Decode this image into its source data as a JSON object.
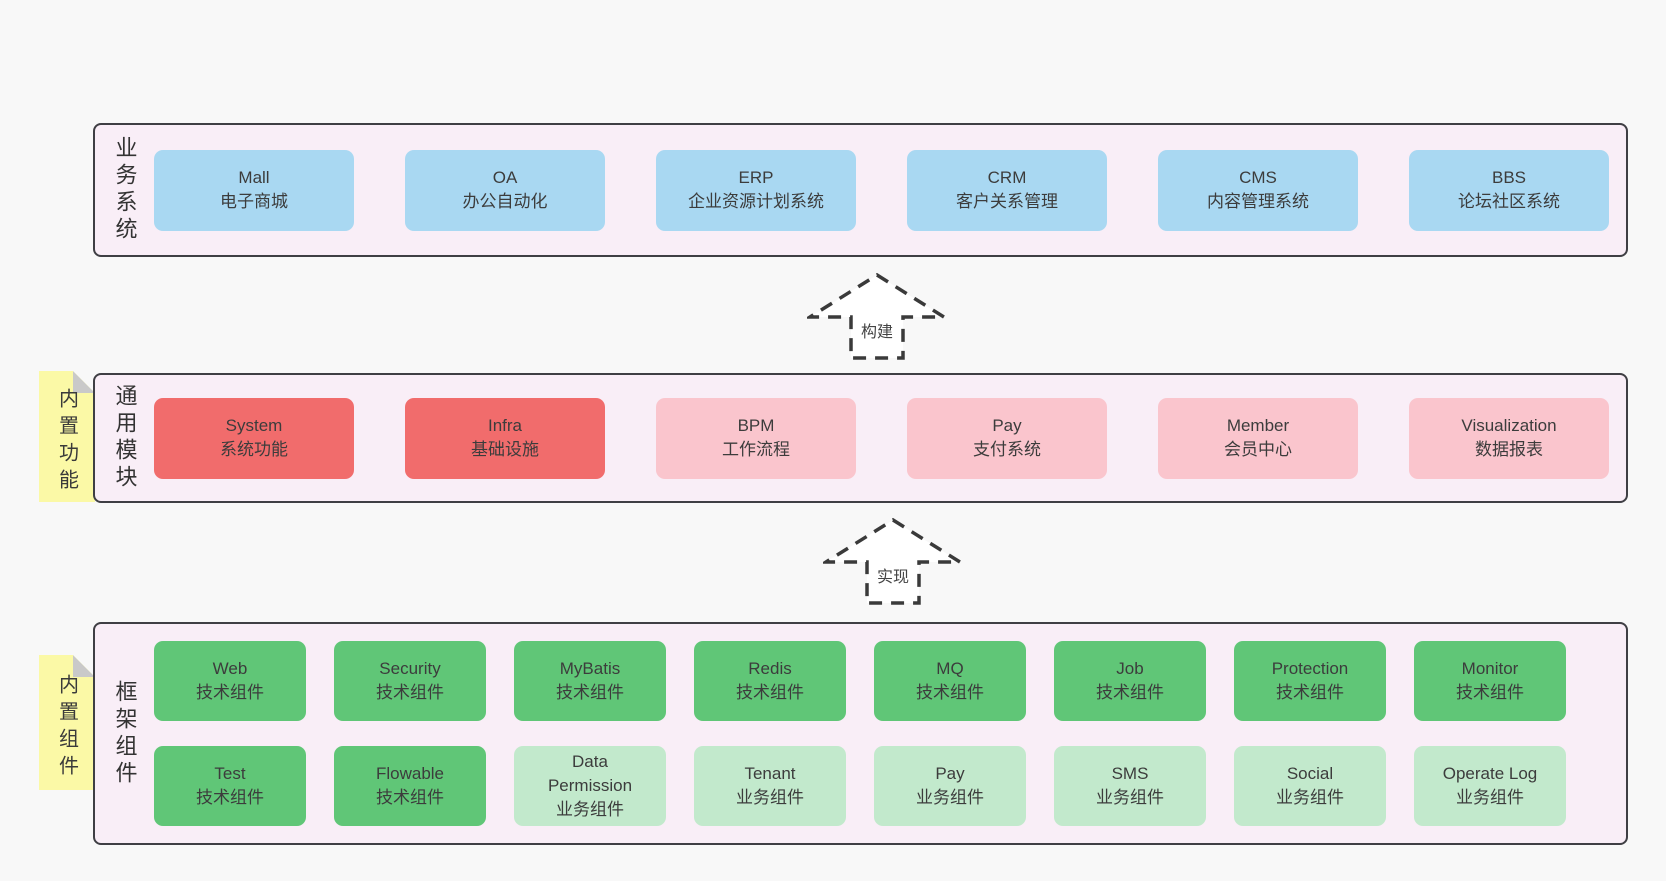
{
  "colors": {
    "page_bg": "#f8f8f8",
    "panel_fill": "#f9eef7",
    "panel_border": "#3f3f44",
    "blue": "#a9d8f2",
    "red": "#f16c6c",
    "pink": "#fac5cd",
    "green_dark": "#60c677",
    "green_light": "#c2e9cc",
    "yellow": "#fbf9a6",
    "fold_gray": "#c9c9c9",
    "text": "#3d3d3d"
  },
  "arrows": [
    {
      "label": "构建"
    },
    {
      "label": "实现"
    }
  ],
  "layers": {
    "business": {
      "label": "业务系统",
      "boxes": [
        {
          "title": "Mall",
          "subtitle": "电子商城",
          "variant": "blue"
        },
        {
          "title": "OA",
          "subtitle": "办公自动化",
          "variant": "blue"
        },
        {
          "title": "ERP",
          "subtitle": "企业资源计划系统",
          "variant": "blue"
        },
        {
          "title": "CRM",
          "subtitle": "客户关系管理",
          "variant": "blue"
        },
        {
          "title": "CMS",
          "subtitle": "内容管理系统",
          "variant": "blue"
        },
        {
          "title": "BBS",
          "subtitle": "论坛社区系统",
          "variant": "blue"
        }
      ]
    },
    "modules": {
      "label": "通用模块",
      "tab": "内置功能",
      "boxes": [
        {
          "title": "System",
          "subtitle": "系统功能",
          "variant": "red"
        },
        {
          "title": "Infra",
          "subtitle": "基础设施",
          "variant": "red"
        },
        {
          "title": "BPM",
          "subtitle": "工作流程",
          "variant": "pink"
        },
        {
          "title": "Pay",
          "subtitle": "支付系统",
          "variant": "pink"
        },
        {
          "title": "Member",
          "subtitle": "会员中心",
          "variant": "pink"
        },
        {
          "title": "Visualization",
          "subtitle": "数据报表",
          "variant": "pink"
        }
      ]
    },
    "framework": {
      "label": "框架组件",
      "tab": "内置组件",
      "row1": [
        {
          "title": "Web",
          "subtitle": "技术组件",
          "variant": "green_dark"
        },
        {
          "title": "Security",
          "subtitle": "技术组件",
          "variant": "green_dark"
        },
        {
          "title": "MyBatis",
          "subtitle": "技术组件",
          "variant": "green_dark"
        },
        {
          "title": "Redis",
          "subtitle": "技术组件",
          "variant": "green_dark"
        },
        {
          "title": "MQ",
          "subtitle": "技术组件",
          "variant": "green_dark"
        },
        {
          "title": "Job",
          "subtitle": "技术组件",
          "variant": "green_dark"
        },
        {
          "title": "Protection",
          "subtitle": "技术组件",
          "variant": "green_dark"
        },
        {
          "title": "Monitor",
          "subtitle": "技术组件",
          "variant": "green_dark"
        }
      ],
      "row2": [
        {
          "title": "Test",
          "subtitle": "技术组件",
          "variant": "green_dark"
        },
        {
          "title": "Flowable",
          "subtitle": "技术组件",
          "variant": "green_dark"
        },
        {
          "title": "Data\nPermission",
          "subtitle": "业务组件",
          "variant": "green_light"
        },
        {
          "title": "Tenant",
          "subtitle": "业务组件",
          "variant": "green_light"
        },
        {
          "title": "Pay",
          "subtitle": "业务组件",
          "variant": "green_light"
        },
        {
          "title": "SMS",
          "subtitle": "业务组件",
          "variant": "green_light"
        },
        {
          "title": "Social",
          "subtitle": "业务组件",
          "variant": "green_light"
        },
        {
          "title": "Operate Log",
          "subtitle": "业务组件",
          "variant": "green_light"
        }
      ]
    }
  }
}
